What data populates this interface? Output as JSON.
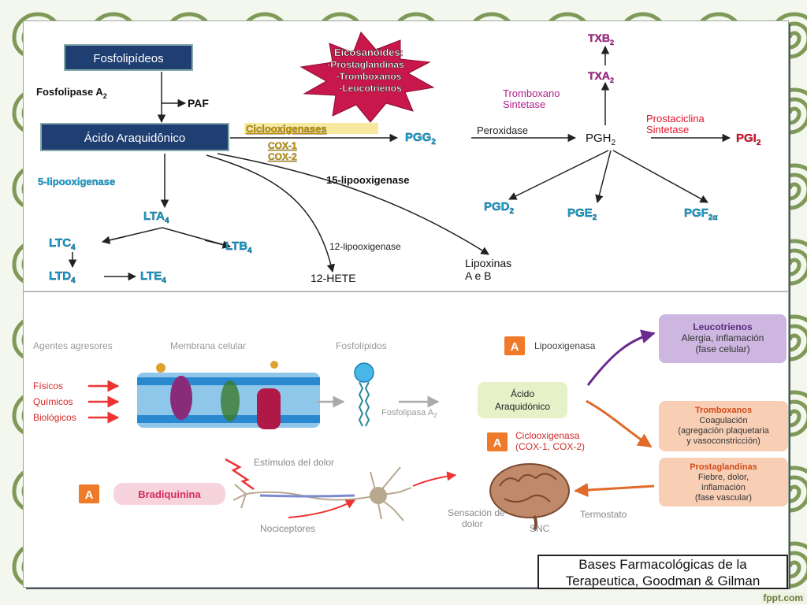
{
  "upper": {
    "fosfolipideos": "Fosfolipídeos",
    "fosfolipase_a2": "Fosfolipase A",
    "fosfolipase_a2_sub": "2",
    "paf": "PAF",
    "acido": "Ácido Araquidônico",
    "eicos_title": "Eicosanóides:",
    "eicos_items": [
      "-Prostaglandinas",
      "-Tromboxanos",
      "-Leucotrienos"
    ],
    "ciclo": "Ciclooxigenases",
    "cox1": "COX-1",
    "cox2": "COX-2",
    "pgg": "PGG",
    "pgg_sub": "2",
    "peroxidase": "Peroxidase",
    "pgh": "PGH",
    "pgh_sub": "2",
    "txb": "TXB",
    "txb_sub": "2",
    "txa": "TXA",
    "txa_sub": "2",
    "trombox_sint": [
      "Tromboxano",
      "Sintetase"
    ],
    "prostac_sint": [
      "Prostaciclina",
      "Sintetase"
    ],
    "pgi": "PGI",
    "pgi_sub": "2",
    "pgd": "PGD",
    "pgd_sub": "2",
    "pge": "PGE",
    "pge_sub": "2",
    "pgf": "PGF",
    "pgf_sub": "2α",
    "lipox5": "5-lipooxigenase",
    "lipox15": "15-lipooxigenase",
    "lipox12": "12-lipooxigenase",
    "lta": "LTA",
    "lta_sub": "4",
    "ltc": "LTC",
    "ltc_sub": "4",
    "ltb": "LTB",
    "ltb_sub": "4",
    "ltd": "LTD",
    "ltd_sub": "4",
    "lte": "LTE",
    "lte_sub": "4",
    "hete": "12-HETE",
    "lipoxinas": [
      "Lipoxinas",
      "A e B"
    ]
  },
  "lower": {
    "agentes": "Agentes agresores",
    "membrana": "Membrana celular",
    "fosfolipidos": "Fosfolípidos",
    "fisicos": "Físicos",
    "quimicos": "Químicos",
    "biologicos": "Biológicos",
    "fosfolipasa": "Fosfolipasa A",
    "fosfolipasa_sub": "2",
    "acido": [
      "Ácido",
      "Araquidónico"
    ],
    "badge": "A",
    "lipooxigenasa": "Lipooxigenasa",
    "ciclooxigenasa": [
      "Ciclooxigenasa",
      "(COX-1, COX-2)"
    ],
    "leuco": [
      "Leucotrienos",
      "Alergia, inflamación",
      "(fase celular)"
    ],
    "trombo": [
      "Tromboxanos",
      "Coagulación",
      "(agregación plaquetaria",
      "y vasoconstricción)"
    ],
    "prosta": [
      "Prostaglandinas",
      "Fiebre, dolor,",
      "inflamación",
      "(fase vascular)"
    ],
    "bradiquinina": "Bradiquinina",
    "estimulos": "Estímulos del dolor",
    "nociceptores": "Nociceptores",
    "sensacion": [
      "Sensación de",
      "dolor"
    ],
    "snc": "SNC",
    "termostato": "Termostato"
  },
  "footer": [
    "Bases Farmacológicas de la",
    "Terapeutica, Goodman & Gilman"
  ],
  "brand": "fppt.com",
  "colors": {
    "navy_box": "#1f3e72",
    "cyan_label": "#1aa6d6",
    "star": "#c8174a",
    "red_label": "#e0132b",
    "magenta_label": "#b2208f",
    "gold_label": "#d8a400",
    "badge_orange": "#ee7a2a",
    "leuco_purple": "#cdb6df",
    "salmon": "#f8cfb5",
    "green_box": "#e6f1c8",
    "pink_box": "#f7d3dd"
  }
}
